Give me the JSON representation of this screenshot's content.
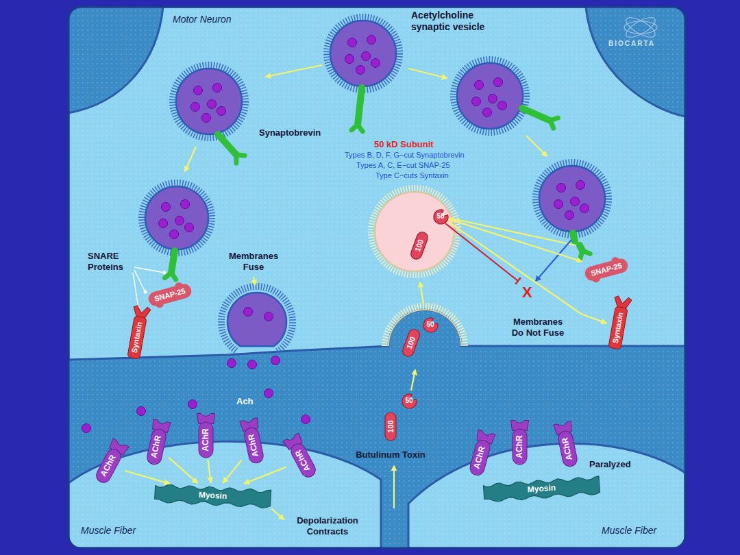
{
  "diagram": {
    "nodes": [
      {
        "text": [
          "100"
        ]
      },
      {
        "text": [
          "50"
        ]
      },
      {
        "text": [
          "SNAP-25"
        ]
      },
      {
        "text": [
          "SNAP-25"
        ]
      },
      {
        "text": [
          "Syntaxin"
        ]
      },
      {
        "text": [
          "Syntaxin"
        ]
      },
      {
        "text": [
          "100"
        ]
      },
      {
        "text": [
          "50"
        ]
      },
      {
        "text": [
          "50"
        ]
      },
      {
        "text": [
          "100"
        ]
      },
      {
        "text": [
          "AChR"
        ]
      },
      {
        "text": [
          "AChR"
        ]
      },
      {
        "text": [
          "AChR"
        ]
      },
      {
        "text": [
          "AChR"
        ]
      },
      {
        "text": [
          "AChR"
        ]
      },
      {
        "text": [
          "AChR"
        ]
      },
      {
        "text": [
          "AChR"
        ]
      },
      {
        "text": [
          "AChR"
        ]
      },
      {
        "text": [
          "Myosin"
        ]
      },
      {
        "text": [
          "Myosin"
        ]
      }
    ],
    "edges": [
      {
        "from": 1,
        "to": 2,
        "arrow": "to"
      },
      {
        "from": 1,
        "to": 5,
        "arrow": "to"
      },
      {
        "from": 10,
        "to": 19,
        "arrow": "to"
      },
      {
        "from": 11,
        "to": 19,
        "arrow": "to"
      },
      {
        "from": 12,
        "to": 19,
        "arrow": "to"
      },
      {
        "from": 13,
        "to": 19,
        "arrow": "to"
      },
      {
        "from": 14,
        "to": 19,
        "arrow": "to"
      }
    ],
    "labels": [
      "Motor Neuron",
      "Acetylcholine synaptic vesicle",
      "BIOCARTA",
      "Synaptobrevin",
      "50 kD Subunit",
      "Types B, D, F, G−cut Synaptobrevin",
      "Types A, C, E−cut SNAP-25",
      "Type C−cuts Syntaxin",
      "SNARE Proteins",
      "Membranes Fuse",
      "X",
      "Membranes Do Not Fuse",
      "Ach",
      "Butulinum Toxin",
      "Depolarization Contracts",
      "Muscle Fiber",
      "Paralyzed",
      "Muscle Fiber"
    ]
  }
}
